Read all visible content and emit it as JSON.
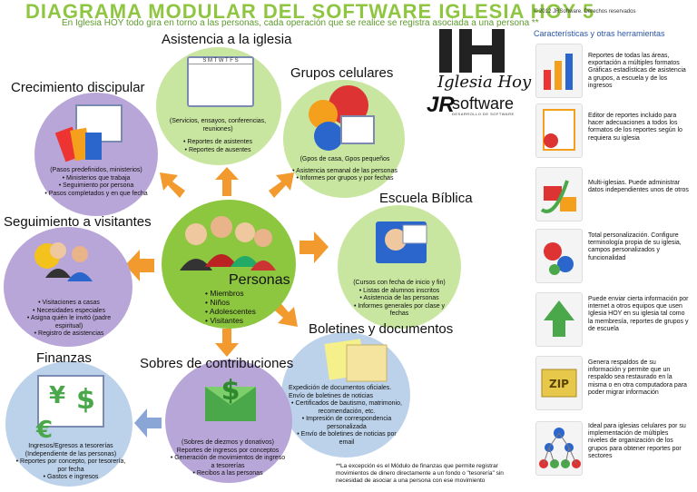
{
  "title": "DIAGRAMA MODULAR DEL SOFTWARE IGLESIA HOY 5",
  "subtitle": "En Iglesia HOY todo gira en torno a las personas, cada operación que se realice se registra asociada a una persona **",
  "copyright": "© 2012 JRSoftware. Derechos reservados",
  "logo": {
    "iglesia_hoy": "Iglesia Hoy",
    "jr": "JR",
    "software": "software",
    "tagline": "DESARROLLO DE SOFTWARE"
  },
  "center": {
    "title": "Personas",
    "items": [
      "Miembros",
      "Niños",
      "Adolescentes",
      "Visitantes"
    ]
  },
  "modules": {
    "asistencia": {
      "title": "Asistencia a la iglesia",
      "desc": "(Servicios, ensayos, conferencias, reuniones)",
      "items": [
        "Reportes de asistentes",
        "Reportes de ausentes"
      ]
    },
    "grupos": {
      "title": "Grupos celulares",
      "desc": "(Gpos de casa, Gpos pequeños",
      "items": [
        "Asistencia semanal de las personas",
        "Informes por grupos y por fechas"
      ]
    },
    "crecimiento": {
      "title": "Crecimiento discipular",
      "desc": "(Pasos predefinidos, ministerios)",
      "items": [
        "Ministerios que trabaja",
        "Seguimiento por persona",
        "Pasos completados y en que fecha"
      ]
    },
    "escuela": {
      "title": "Escuela Bíblica",
      "desc": "(Cursos con fecha de inicio y fin)",
      "items": [
        "Listas de alumnos inscritos",
        "Asistencia de las personas",
        "Informes generales por clase y fechas"
      ]
    },
    "visitantes": {
      "title": "Seguimiento a visitantes",
      "items": [
        "Visitaciones a casas",
        "Necesidades especiales",
        "Asigna quién le invitó (padre espiritual)",
        "Registro de asistencias"
      ]
    },
    "boletines": {
      "title": "Boletines y documentos",
      "desc": "Expedición de documentos oficiales. Envío de boletines de noticias",
      "items": [
        "Certificados de bautismo, matrimonio, recomendación, etc.",
        "Impresión de correspondencia personalizada",
        "Envío de boletines de noticias por email"
      ]
    },
    "sobres": {
      "title": "Sobres de contribuciones",
      "desc": "(Sobres de diezmos y donativos)",
      "desc2": "Reportes de ingresos por conceptos",
      "items": [
        "Generación de movimientos de ingreso a tesorerías",
        "Recibos a las personas"
      ]
    },
    "finanzas": {
      "title": "Finanzas",
      "desc": "Ingresos/Egresos a tesorerías (Independiente de las personas)",
      "items": [
        "Reportes por concepto, por tesorería, por fecha",
        "Gastos e ingresos"
      ]
    }
  },
  "calendar_days": "S M T W T F S",
  "side": {
    "title": "Características y otras herramientas",
    "features": [
      "Reportes de todas las áreas, exportación a múltiples formatos Gráficas estadísticas de asistencia a grupos, a escuela y de los ingresos",
      "Editor de reportes incluido para hacer adecuaciones a todos los formatos de los reportes según lo requiera su iglesia",
      "Multi-iglesias. Puede administrar datos independientes unos de otros",
      "Total personalización. Configure terminología propia de su iglesia, campos personalizados y funcionalidad",
      "Puede enviar cierta información por internet a otros equipos que usen Iglesia HOY en su iglesia tal como la membresía, reportes de grupos y de escuela",
      "Genera respaldos de su información y permite que un respaldo sea restaurado en la misma o en otra computadora para poder migrar información",
      "Ideal para iglesias celulares por su implementación de múltiples niveles de organización de los grupos para obtener reportes por sectores"
    ],
    "zip_label": "ZIP"
  },
  "footnote": "**La excepción es el Módulo de finanzas que permite registrar movimientos de dinero directamente a un fondo o \"tesorería\" sin necesidad de asociar a una persona con ese movimiento",
  "currency": {
    "yen": "¥",
    "dollar": "$",
    "euro": "€"
  },
  "colors": {
    "title": "#8fc641",
    "asistencia": "#c8e6a0",
    "grupos": "#c8e6a0",
    "crecimiento": "#b9a6d8",
    "escuela": "#c8e6a0",
    "visitantes": "#b9a6d8",
    "boletines": "#bcd2ea",
    "sobres": "#b9a6d8",
    "finanzas": "#bcd2ea",
    "center": "#8dc63f",
    "arrow": "#f39a2e",
    "side_title": "#2b57a6"
  }
}
